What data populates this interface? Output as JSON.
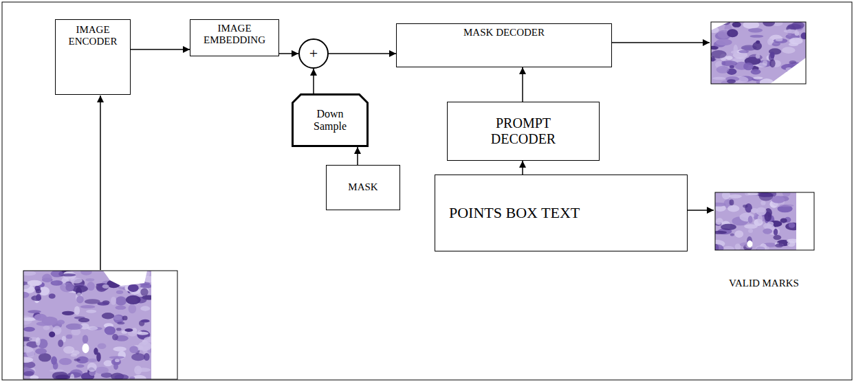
{
  "diagram": {
    "nodes": [
      {
        "text": [
          "IMAGE ENCODER"
        ]
      },
      {
        "text": [
          "IMAGE EMBEDDING"
        ]
      },
      {
        "text": [
          "+"
        ]
      },
      {
        "text": [
          "MASK DECODER"
        ]
      },
      {
        "text": [
          "Down Sample"
        ]
      },
      {
        "text": [
          "PROMPT DECODER"
        ]
      },
      {
        "text": [
          "MASK"
        ]
      },
      {
        "text": [
          "POINTS BOX TEXT"
        ]
      }
    ],
    "edges": [
      {
        "from": 0,
        "to": 1,
        "arrow": "to"
      },
      {
        "from": 1,
        "to": 2,
        "arrow": "to"
      },
      {
        "from": 2,
        "to": 3,
        "arrow": "to"
      },
      {
        "from": 4,
        "to": 2,
        "arrow": "to"
      },
      {
        "from": 6,
        "to": 4,
        "arrow": "to"
      },
      {
        "from": 5,
        "to": 3,
        "arrow": "to"
      },
      {
        "from": 7,
        "to": 5,
        "arrow": "to"
      }
    ],
    "labels": [
      "VALID MARKS"
    ]
  }
}
